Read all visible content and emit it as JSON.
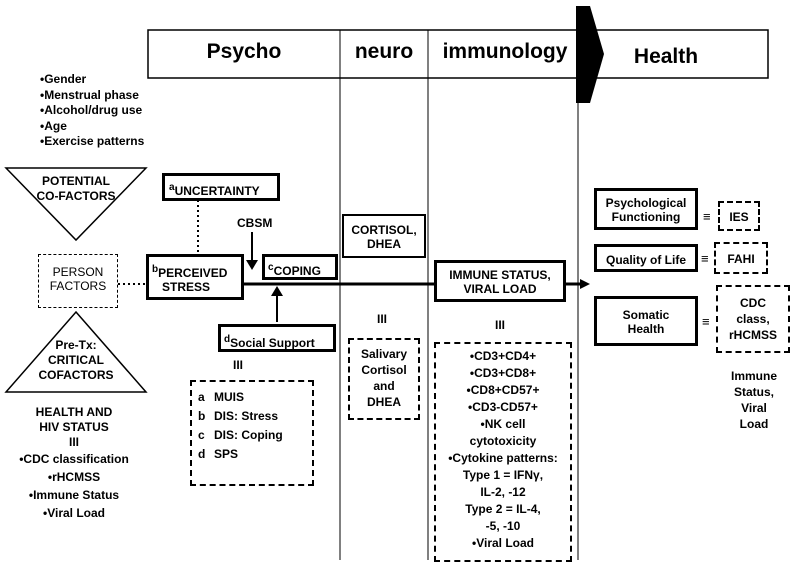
{
  "header": {
    "psycho": "Psycho",
    "neuro": "neuro",
    "immunology": "immunology",
    "health": "Health"
  },
  "co_factor_list": [
    "•Gender",
    "•Menstrual phase",
    "•Alcohol/drug use",
    "•Age",
    "•Exercise patterns"
  ],
  "potential_cofactors": [
    "POTENTIAL",
    "CO-FACTORS"
  ],
  "person_factors": [
    "PERSON",
    "FACTORS"
  ],
  "critical_cofactors": [
    "Pre-Tx:",
    "CRITICAL",
    "COFACTORS"
  ],
  "health_hiv": {
    "title": [
      "HEALTH AND",
      "HIV STATUS"
    ],
    "roman": "III",
    "items": [
      "•CDC classification",
      "•rHCMSS",
      "•Immune Status",
      "•Viral Load"
    ]
  },
  "uncertainty": {
    "sup": "a",
    "label": "UNCERTAINTY"
  },
  "cbsm": "CBSM",
  "perceived_stress": {
    "sup": "b",
    "line1": "PERCEIVED",
    "line2": "STRESS"
  },
  "coping": {
    "sup": "c",
    "label": "COPING"
  },
  "social_support": {
    "sup": "d",
    "label": "Social Support"
  },
  "psych_roman": "III",
  "psych_measures": [
    {
      "letter": "a",
      "name": "MUIS"
    },
    {
      "letter": "b",
      "name": "DIS: Stress"
    },
    {
      "letter": "c",
      "name": "DIS: Coping"
    },
    {
      "letter": "d",
      "name": "SPS"
    }
  ],
  "cortisol": [
    "CORTISOL,",
    "DHEA"
  ],
  "neuro_roman": "III",
  "salivary": [
    "Salivary",
    "Cortisol",
    "and",
    "DHEA"
  ],
  "immune_status": [
    "IMMUNE STATUS,",
    "VIRAL LOAD"
  ],
  "immune_roman": "III",
  "immune_measures": [
    "•CD3+CD4+",
    "•CD3+CD8+",
    "•CD8+CD57+",
    "•CD3-CD57+",
    "•NK cell",
    "cytotoxicity",
    "•Cytokine patterns:",
    "Type 1 = IFNγ,",
    "IL-2, -12",
    "Type 2 = IL-4,",
    "-5, -10",
    "•Viral Load"
  ],
  "outcomes": [
    {
      "label": [
        "Psychological",
        "Functioning"
      ],
      "measure": [
        "IES"
      ]
    },
    {
      "label": [
        "Quality of Life"
      ],
      "measure": [
        "FAHI"
      ]
    },
    {
      "label": [
        "Somatic",
        "Health"
      ],
      "measure": [
        "CDC",
        "class,",
        "rHCMSS"
      ]
    }
  ],
  "equiv": "≡",
  "immune_viral_note": [
    "Immune",
    "Status,",
    "Viral",
    "Load"
  ]
}
